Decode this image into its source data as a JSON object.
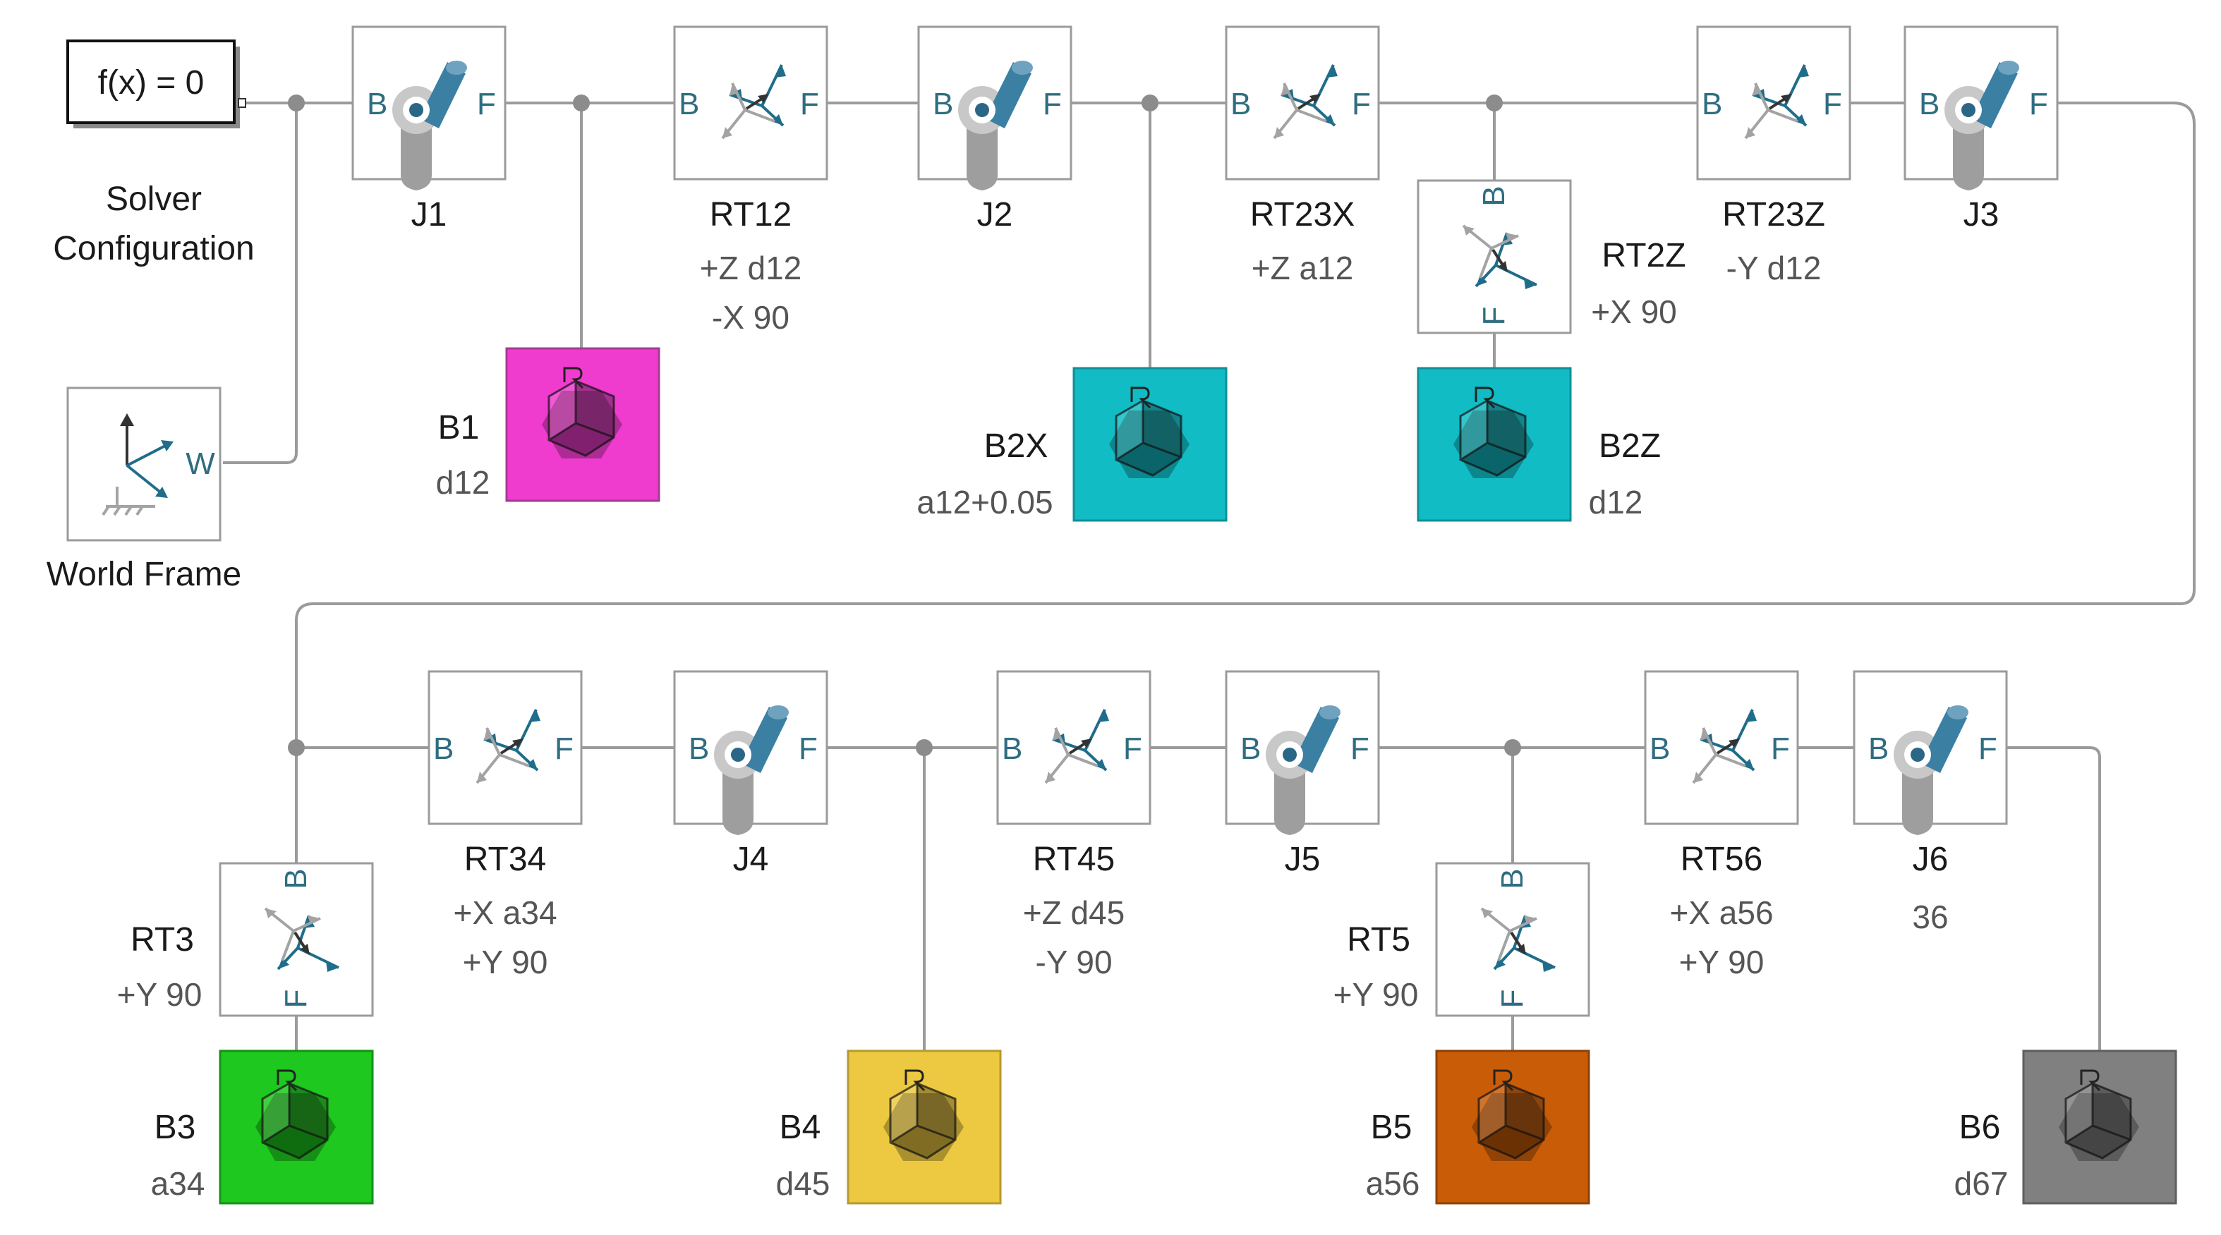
{
  "solver": {
    "expr": "f(x) = 0",
    "label_1": "Solver",
    "label_2": "Configuration"
  },
  "world": {
    "port": "W",
    "label": "World Frame"
  },
  "ports": {
    "b": "B",
    "f": "F"
  },
  "joints": {
    "J1": {
      "name": "J1",
      "sub": ""
    },
    "J2": {
      "name": "J2",
      "sub": ""
    },
    "J3": {
      "name": "J3",
      "sub": ""
    },
    "J4": {
      "name": "J4",
      "sub": ""
    },
    "J5": {
      "name": "J5",
      "sub": ""
    },
    "J6": {
      "name": "J6",
      "sub": "36"
    }
  },
  "transforms": {
    "RT12": {
      "name": "RT12",
      "l1": "+Z d12",
      "l2": "-X 90"
    },
    "RT23X": {
      "name": "RT23X",
      "l1": "+Z a12",
      "l2": ""
    },
    "RT23Z": {
      "name": "RT23Z",
      "l1": "-Y d12",
      "l2": ""
    },
    "RT2Z": {
      "name": "RT2Z",
      "l1": "+X 90",
      "l2": ""
    },
    "RT34": {
      "name": "RT34",
      "l1": "+X a34",
      "l2": "+Y 90"
    },
    "RT45": {
      "name": "RT45",
      "l1": "+Z d45",
      "l2": "-Y 90"
    },
    "RT56": {
      "name": "RT56",
      "l1": "+X a56",
      "l2": "+Y 90"
    },
    "RT3": {
      "name": "RT3",
      "l1": "+Y 90",
      "l2": ""
    },
    "RT5": {
      "name": "RT5",
      "l1": "+Y 90",
      "l2": ""
    }
  },
  "bodies": {
    "B1": {
      "name": "B1",
      "sub": "d12",
      "color": "#ef3ccf"
    },
    "B2X": {
      "name": "B2X",
      "sub": "a12+0.05",
      "color": "#12bcc5"
    },
    "B2Z": {
      "name": "B2Z",
      "sub": "d12",
      "color": "#12bcc5"
    },
    "B3": {
      "name": "B3",
      "sub": "a34",
      "color": "#1ec81e"
    },
    "B4": {
      "name": "B4",
      "sub": "d45",
      "color": "#edc941"
    },
    "B5": {
      "name": "B5",
      "sub": "a56",
      "color": "#c95c07"
    },
    "B6": {
      "name": "B6",
      "sub": "d67",
      "color": "#808080"
    }
  },
  "body_port": "R"
}
